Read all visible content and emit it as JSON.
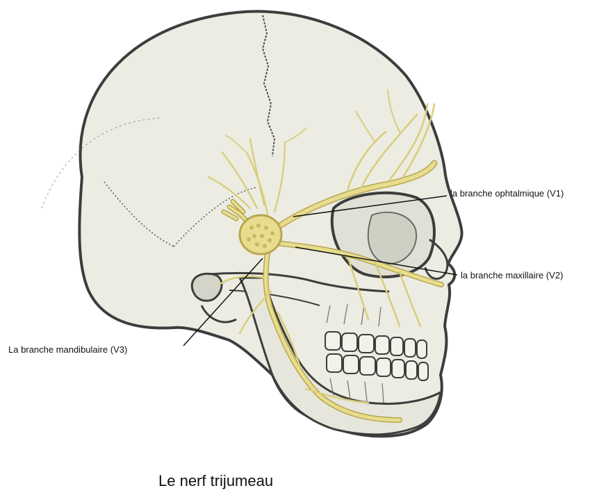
{
  "title": "Le nerf trijumeau",
  "labels": {
    "v1": "la branche ophtalmique (V1)",
    "v2": "la branche maxillaire (V2)",
    "v3": "La branche mandibulaire (V3)"
  },
  "colors": {
    "bone_fill": "#ecece3",
    "bone_outline": "#3d3d3d",
    "nerve": "#e8dc8e",
    "nerve_outline": "#b6a64e",
    "leader_line": "#111111"
  },
  "icons": [
    "skull-illustration",
    "trigeminal-ganglion"
  ]
}
